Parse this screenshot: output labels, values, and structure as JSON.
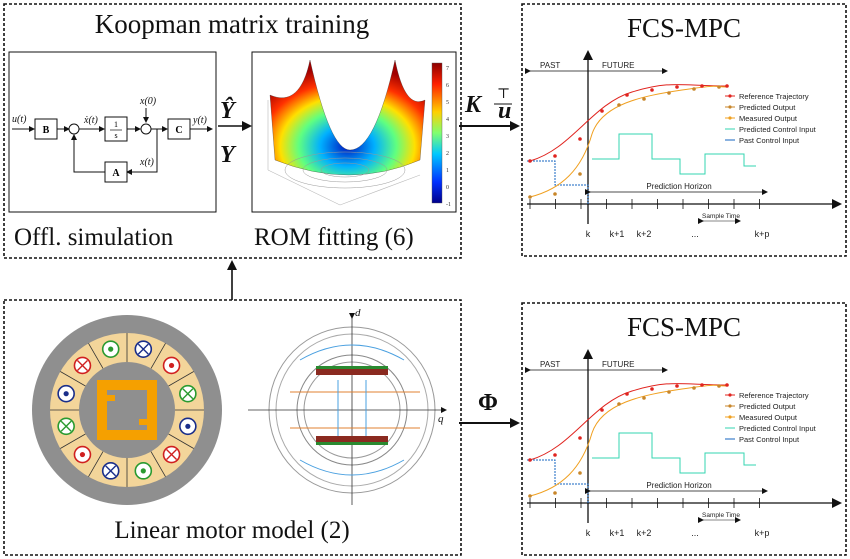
{
  "panels": {
    "koopman_title": "Koopman matrix training",
    "offline_simulation": "Offl. simulation",
    "rom_fitting": "ROM fitting (6)",
    "linear_motor_model": "Linear motor model (2)"
  },
  "arrows": {
    "koopman_output": "K",
    "koopman_output_sub": "u",
    "koopman_output_sup": "⊤",
    "motor_output": "Φ",
    "y_hat": "Ŷ",
    "y": "Y"
  },
  "block_diagram": {
    "input": "u(t)",
    "block_b": "B",
    "xdot": "ẋ(t)",
    "integrator_num": "1",
    "integrator_den": "s",
    "initial": "x(0)",
    "block_c": "C",
    "output": "y(t)",
    "state": "x(t)",
    "block_a": "A"
  },
  "surface_colorbar_ticks": [
    "7",
    "6",
    "5",
    "4",
    "3",
    "2",
    "1",
    "0",
    "-1"
  ],
  "motor": {
    "d_axis": "d",
    "q_axis": "q"
  },
  "mpc_top": {
    "title": "FCS-MPC",
    "past": "PAST",
    "future": "FUTURE",
    "legend": [
      {
        "label": "Reference Trajectory",
        "color": "#e0241f"
      },
      {
        "label": "Predicted Output",
        "color": "#c8862a"
      },
      {
        "label": "Measured Output",
        "color": "#f0a020"
      },
      {
        "label": "Predicted Control Input",
        "color": "#33d6b0"
      },
      {
        "label": "Past Control Input",
        "color": "#1565c0"
      }
    ],
    "prediction_horizon": "Prediction Horizon",
    "sample_time": "Sample Time",
    "ticks": [
      "k",
      "k+1",
      "k+2",
      "...",
      "k+p"
    ]
  },
  "mpc_bottom": {
    "title": "FCS-MPC",
    "past": "PAST",
    "future": "FUTURE",
    "legend": [
      {
        "label": "Reference Trajectory",
        "color": "#e0241f"
      },
      {
        "label": "Predicted Output",
        "color": "#c8862a"
      },
      {
        "label": "Measured Output",
        "color": "#f0a020"
      },
      {
        "label": "Predicted Control Input",
        "color": "#33d6b0"
      },
      {
        "label": "Past Control Input",
        "color": "#1565c0"
      }
    ],
    "prediction_horizon": "Prediction Horizon",
    "sample_time": "Sample Time",
    "ticks": [
      "k",
      "k+1",
      "k+2",
      "...",
      "k+p"
    ]
  }
}
